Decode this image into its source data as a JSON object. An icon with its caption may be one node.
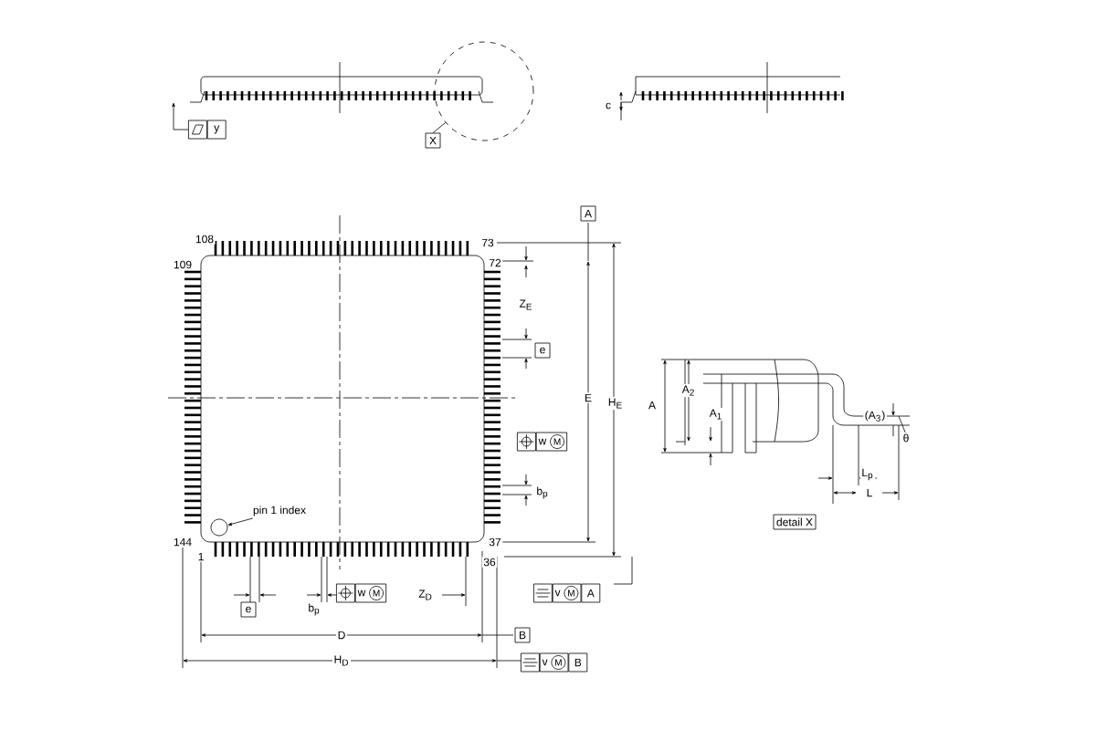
{
  "diagram": {
    "nodes": [
      {
        "text": [
          "X"
        ]
      },
      {
        "text": [],
        "shape": "circle"
      },
      {
        "text": [],
        "shape": "box"
      },
      {
        "text": [
          "pin 1 index"
        ],
        "in": 2
      },
      {
        "text": [],
        "shape": "circle",
        "in": 2
      }
    ],
    "edges": [
      {
        "from": 0,
        "to": 1,
        "arrow": "none"
      },
      {
        "from": 3,
        "to": 4,
        "arrow": "to"
      }
    ],
    "labels": [
      "y",
      "c",
      "A",
      "108",
      "73",
      "109",
      "72",
      "Z$_{E}$",
      "e",
      "E",
      "H$_{E}$",
      "w",
      "M",
      "b$_{p}$",
      "144",
      "1",
      "37",
      "36",
      "e",
      "b$_{p}$",
      "w",
      "M",
      "Z$_{D}$",
      "v",
      "M",
      "A",
      "D",
      "B",
      "H$_{D}$",
      "v",
      "M",
      "B",
      "A",
      "A$_{2}$",
      "A$_{1}$",
      "(A$_{3}$)",
      "θ",
      "L$_{p}$",
      "L",
      "detail X"
    ]
  }
}
